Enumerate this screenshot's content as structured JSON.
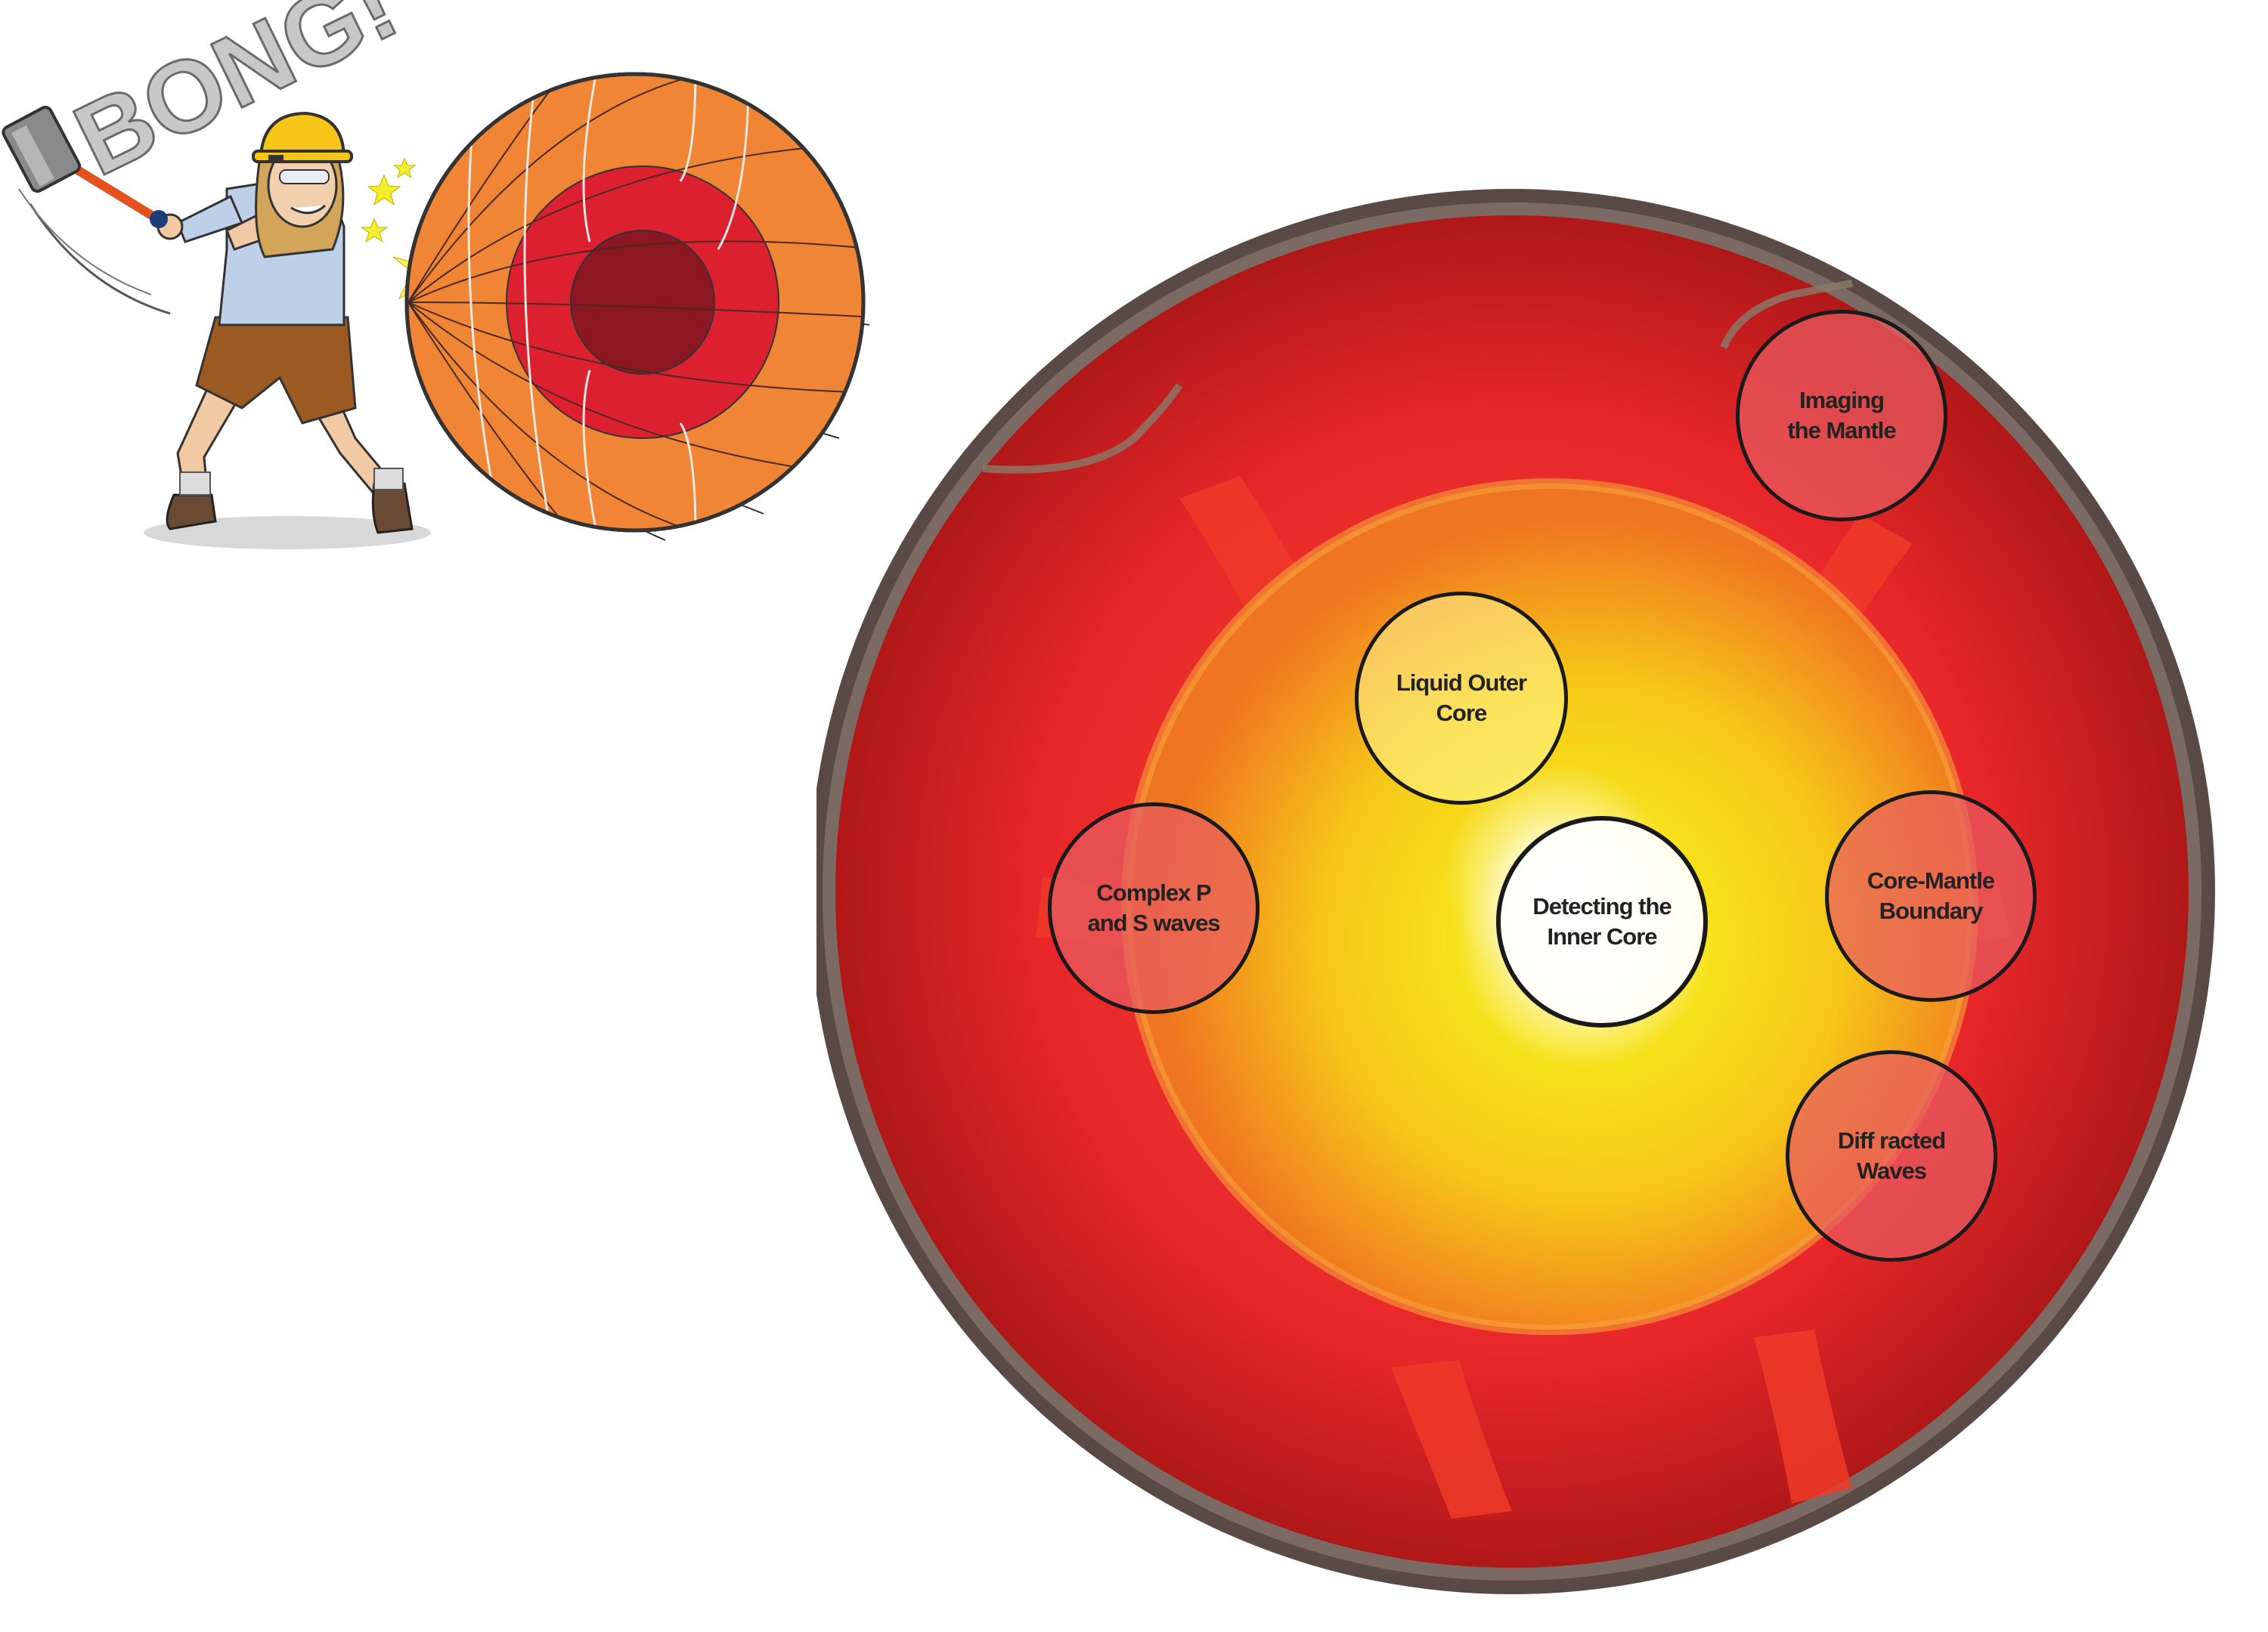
{
  "cartoon": {
    "sound_effect": "BONG!"
  },
  "topics": [
    {
      "id": "imaging-mantle",
      "label": "Imaging\nthe Mantle",
      "style": "red"
    },
    {
      "id": "liquid-outer-core",
      "label": "Liquid Outer\nCore",
      "style": "yellow"
    },
    {
      "id": "complex-waves",
      "label": "Complex P\nand S waves",
      "style": "red"
    },
    {
      "id": "inner-core",
      "label": "Detecting the\nInner Core",
      "style": "white"
    },
    {
      "id": "core-mantle-boundary",
      "label": "Core-Mantle\nBoundary",
      "style": "red"
    },
    {
      "id": "diffracted-waves",
      "label": "Diff racted\nWaves",
      "style": "red"
    }
  ],
  "colors": {
    "mantle_red": "#e8262a",
    "crust_brown": "#5a4a45",
    "core_yellow": "#f7e21a",
    "diagram_orange": "#ef8535",
    "diagram_red": "#dd2030",
    "diagram_dark": "#8c1622",
    "helmet_yellow": "#f5c518"
  }
}
